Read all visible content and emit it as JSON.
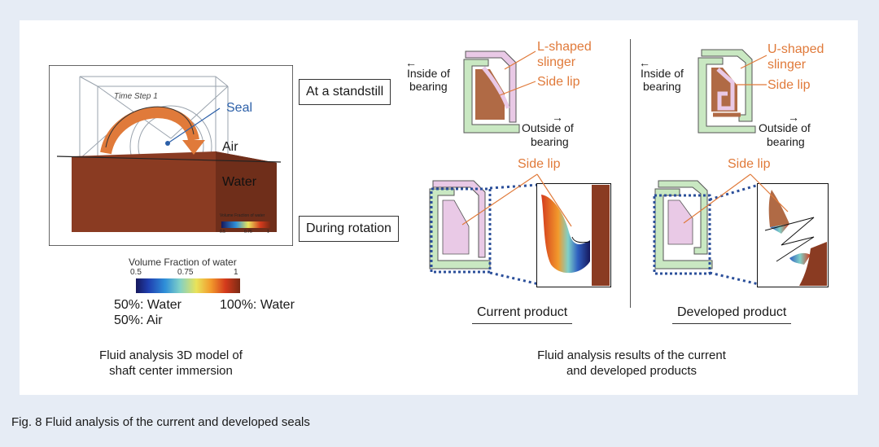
{
  "figure": {
    "caption": "Fig. 8  Fluid analysis of the current and developed seals"
  },
  "left_panel": {
    "time_step": "Time Step 1",
    "labels": {
      "seal": "Seal",
      "air": "Air",
      "water": "Water"
    },
    "legend": {
      "title": "Volume Fraction of water",
      "ticks": [
        "0.5",
        "0.75",
        "1"
      ],
      "low_label_line1": "50%: Water",
      "low_label_line2": "50%: Air",
      "high_label": "100%: Water",
      "mini_title": "Volume Fraction of water",
      "mini_ticks": [
        "0.5",
        "0.75",
        "1"
      ]
    },
    "caption_line1": "Fluid analysis 3D model of",
    "caption_line2": "shaft center immersion"
  },
  "state_labels": {
    "standstill": "At a standstill",
    "rotation": "During rotation"
  },
  "current_product": {
    "slinger_line1": "L-shaped",
    "slinger_line2": "slinger",
    "side_lip": "Side lip",
    "side_lip_rot": "Side lip",
    "inside_line1": "Inside of",
    "inside_line2": "bearing",
    "outside_line1": "Outside of",
    "outside_line2": "bearing",
    "label": "Current product"
  },
  "developed_product": {
    "slinger_line1": "U-shaped",
    "slinger_line2": "slinger",
    "side_lip": "Side lip",
    "side_lip_rot": "Side lip",
    "inside_line1": "Inside of",
    "inside_line2": "bearing",
    "outside_line1": "Outside of",
    "outside_line2": "bearing",
    "label": "Developed product"
  },
  "right_caption_line1": "Fluid analysis results of the current",
  "right_caption_line2": "and developed products",
  "colors": {
    "water": "#8a3b22",
    "slinger": "#e9c9e6",
    "seal": "#c9e8c2",
    "arrow": "#e07a3a",
    "label_orange": "#e07a3a",
    "label_blue": "#2b5fa8",
    "dotted": "#2b4f9a"
  }
}
